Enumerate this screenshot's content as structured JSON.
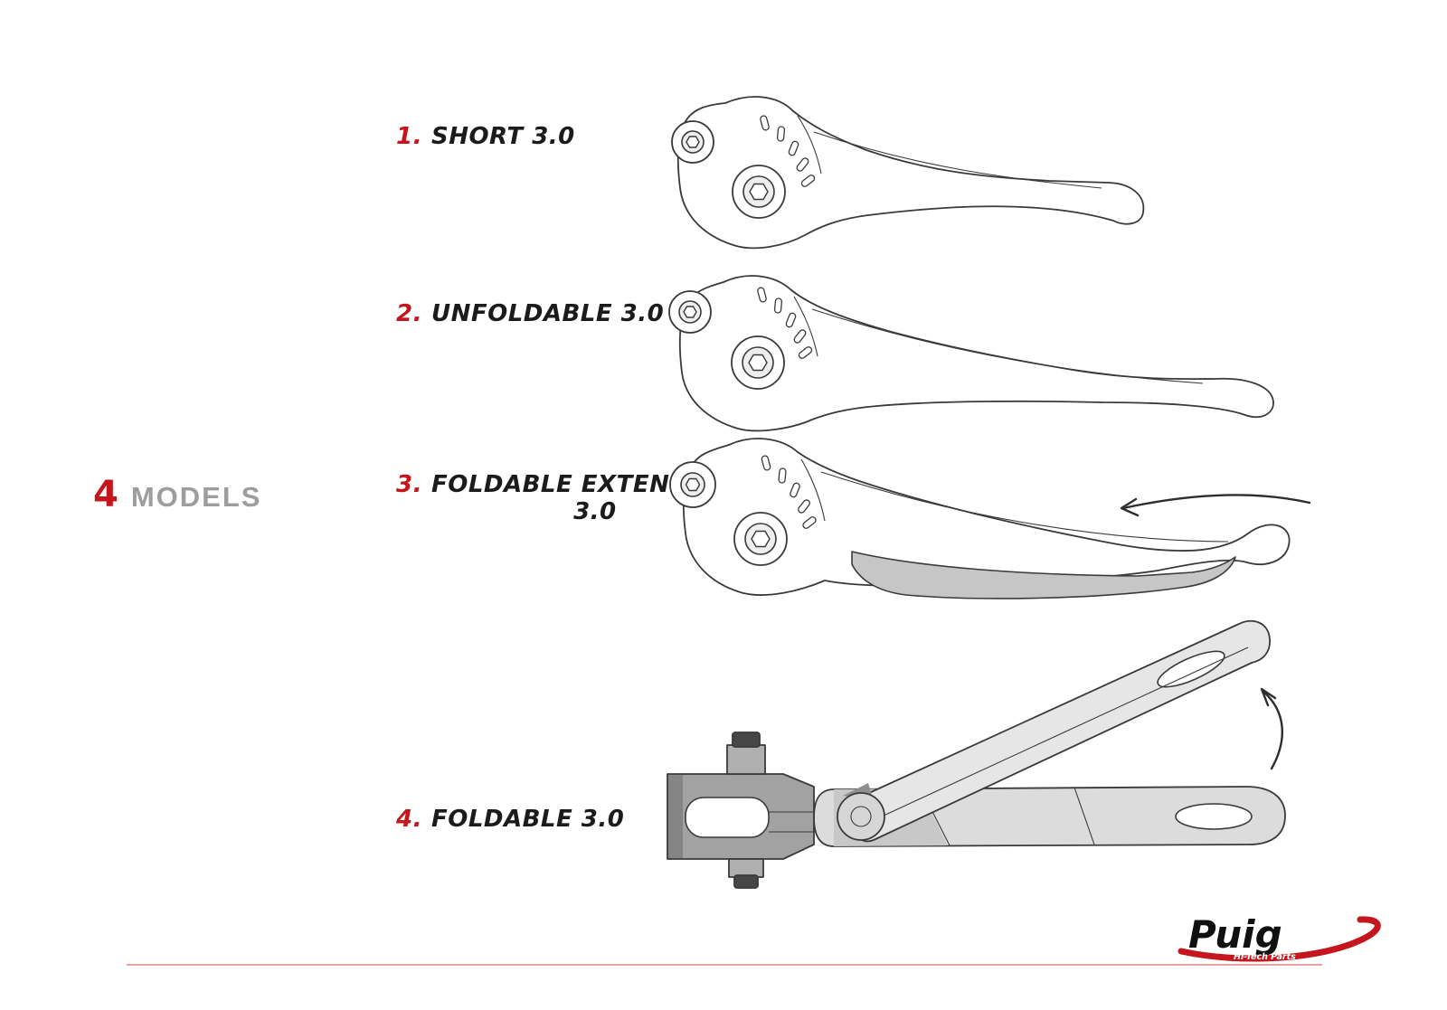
{
  "heading": {
    "count": "4",
    "word": "MODELS"
  },
  "items": [
    {
      "number": "1.",
      "label": "SHORT 3.0"
    },
    {
      "number": "2.",
      "label": "UNFOLDABLE 3.0"
    },
    {
      "number": "3.",
      "label": "FOLDABLE EXTENDABLE",
      "label_line2": "3.0"
    },
    {
      "number": "4.",
      "label": "FOLDABLE 3.0"
    }
  ],
  "logo": {
    "brand": "Puig",
    "tagline": "Hi-Tech Parts"
  },
  "icons": {
    "extend_arrow": "curved-left-arrow",
    "fold_arrow": "curved-up-arrow"
  },
  "colors": {
    "accent_red": "#c4161c",
    "heading_gray": "#9d9d9c",
    "line_dark": "#3a3a3a",
    "shade_gray": "#c6c6c6"
  }
}
